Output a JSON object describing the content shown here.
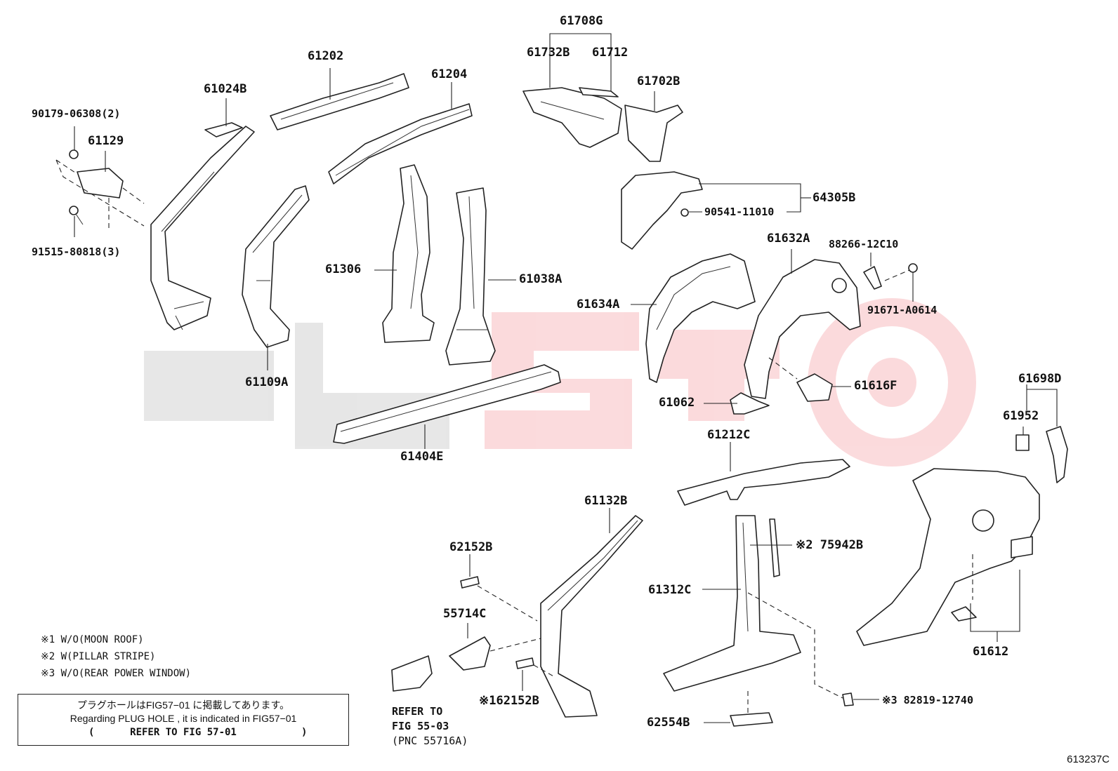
{
  "watermark_color": "#e7202e",
  "labels": {
    "p61708G": "61708G",
    "p61732B": "61732B",
    "p61712": "61712",
    "p61702B": "61702B",
    "p61202": "61202",
    "p61204": "61204",
    "p61024B": "61024B",
    "p90179": "90179-06308(2)",
    "p61129": "61129",
    "p91515": "91515-80818(3)",
    "p64305B": "64305B",
    "p90541": "90541-11010",
    "p61632A": "61632A",
    "p88266": "88266-12C10",
    "p91671": "91671-A0614",
    "p61306": "61306",
    "p61038A": "61038A",
    "p61634A": "61634A",
    "p61109A": "61109A",
    "p61616F": "61616F",
    "p61062": "61062",
    "p61404E": "61404E",
    "p61698D": "61698D",
    "p61952": "61952",
    "p61212C": "61212C",
    "p61132B": "61132B",
    "p62152B": "62152B",
    "p75942B": "※2 75942B",
    "p61312C": "61312C",
    "p55714C": "55714C",
    "p62152B2": "※162152B",
    "p61612": "61612",
    "p82819": "※3  82819-12740",
    "p62554B": "62554B"
  },
  "notes": [
    "※1 W/O(MOON ROOF)",
    "※2 W(PILLAR STRIPE)",
    "※3 W/O(REAR POWER WINDOW)"
  ],
  "plug_hole": {
    "line1": "プラグホールはFIG57−01 に掲載してあります。",
    "line2": "Regarding  PLUG HOLE , it is indicated in FIG57−01",
    "line3_open": "(",
    "line3_text": "REFER TO FIG 57-01",
    "line3_close": ")"
  },
  "refer": {
    "line1": "REFER TO",
    "line2": "FIG 55-03",
    "line3": "(PNC 55716A)"
  },
  "figure_id": "613237C"
}
